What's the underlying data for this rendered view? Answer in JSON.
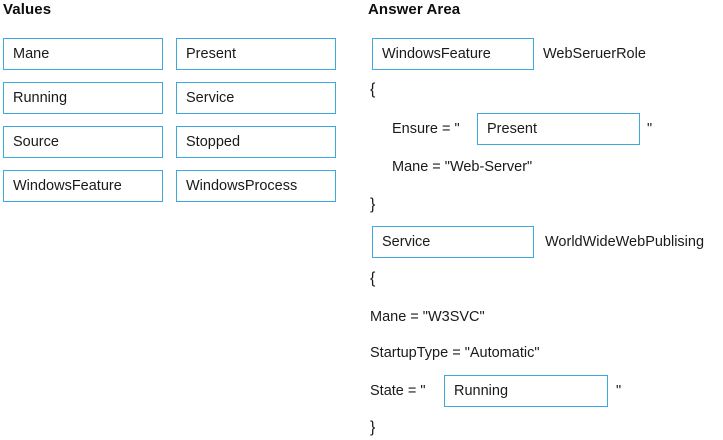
{
  "panels": {
    "values": {
      "title": "Values",
      "tokens": [
        {
          "col": "a",
          "row": 1,
          "label": "Mane"
        },
        {
          "col": "a",
          "row": 2,
          "label": "Running"
        },
        {
          "col": "a",
          "row": 3,
          "label": "Source"
        },
        {
          "col": "a",
          "row": 4,
          "label": "WindowsFeature"
        },
        {
          "col": "b",
          "row": 1,
          "label": "Present"
        },
        {
          "col": "b",
          "row": 2,
          "label": "Service"
        },
        {
          "col": "b",
          "row": 3,
          "label": "Stopped"
        },
        {
          "col": "b",
          "row": 4,
          "label": "WindowsProcess"
        }
      ]
    },
    "answer": {
      "title": "Answer Area",
      "dropzones": {
        "resource_type_1": "WindowsFeature",
        "ensure_value": "Present",
        "resource_type_2": "Service",
        "state_value": "Running"
      },
      "labels": {
        "resource_name_1": "WebSeruerRole",
        "resource_name_2": "WorldWideWebPublising"
      },
      "code": {
        "open_brace_1": "{",
        "ensure_prefix": "Ensure = \"",
        "ensure_suffix": "\"",
        "mane_webserver": "Mane = \"Web-Server\"",
        "close_brace_1": "}",
        "open_brace_2": "{",
        "mane_w3svc": "Mane = \"W3SVC\"",
        "startup_type": "StartupType = \"Automatic\"",
        "state_prefix": "State = \"",
        "state_suffix": "\"",
        "close_brace_2": "}"
      }
    }
  },
  "colors": {
    "box_border": "#3DA7E0",
    "text": "#1a1a1a",
    "background": "#ffffff"
  }
}
